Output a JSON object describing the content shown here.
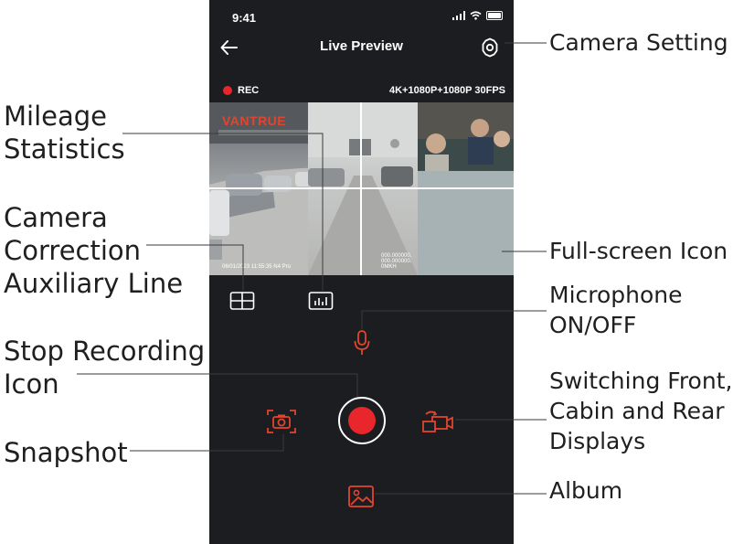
{
  "status_bar": {
    "time": "9:41"
  },
  "header": {
    "title": "Live Preview"
  },
  "recording": {
    "label": "REC",
    "resolution": "4K+1080P+1080P 30FPS"
  },
  "preview": {
    "logo": "VANTRUE",
    "overlay_date": "06/01/2023 11:55:35",
    "overlay_model": "N4 Pro",
    "overlay_coords": "000.000000. 000.000000. 0MKH"
  },
  "callouts": {
    "camera_setting": "Camera Setting",
    "mileage_statistics": [
      "Mileage",
      "Statistics"
    ],
    "camera_correction": [
      "Camera",
      "Correction",
      "Auxiliary Line"
    ],
    "fullscreen_icon": "Full-screen Icon",
    "microphone": [
      "Microphone",
      "ON/OFF"
    ],
    "stop_recording": [
      "Stop Recording",
      "Icon"
    ],
    "switching": [
      "Switching Front,",
      "Cabin and Rear",
      "Displays"
    ],
    "snapshot": "Snapshot",
    "album": "Album"
  },
  "colors": {
    "accent": "#e2452d",
    "rec": "#e8262b",
    "background": "#1c1d21"
  },
  "icons": [
    "back-arrow-icon",
    "gear-icon",
    "fullscreen-icon",
    "grid-icon",
    "bar-chart-icon",
    "microphone-icon",
    "camera-icon",
    "switch-camera-icon",
    "image-icon"
  ]
}
